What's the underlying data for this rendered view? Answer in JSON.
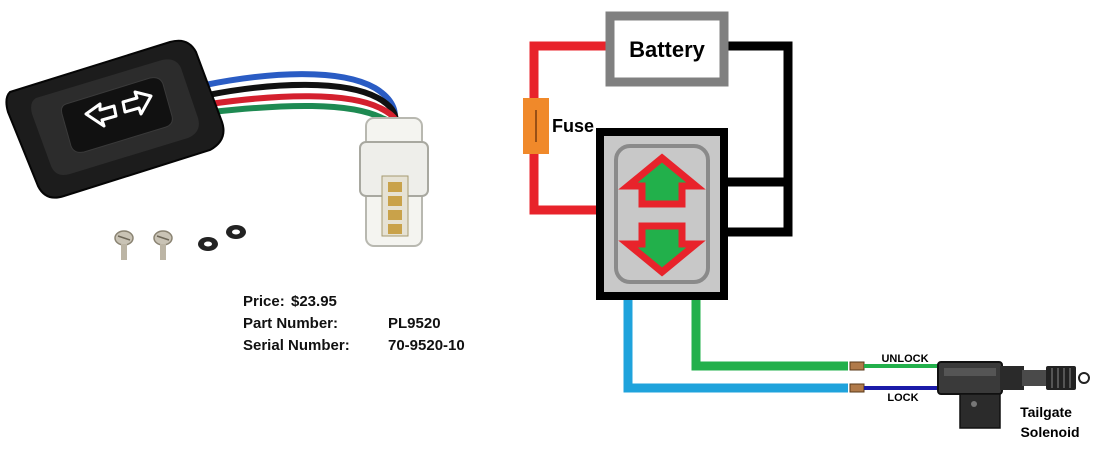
{
  "product": {
    "price_label": "Price:",
    "price_value": "$23.95",
    "part_label": "Part Number:",
    "part_value": "PL9520",
    "serial_label": "Serial Number:",
    "serial_value": "70-9520-10"
  },
  "diagram": {
    "battery_label": "Battery",
    "fuse_label": "Fuse",
    "unlock_label": "UNLOCK",
    "lock_label": "LOCK",
    "solenoid_label_line1": "Tailgate",
    "solenoid_label_line2": "Solenoid"
  },
  "colors": {
    "red_wire": "#e8232b",
    "black_wire": "#000000",
    "blue_wire": "#1fa3dc",
    "green_wire": "#22b04b",
    "dark_blue_wire": "#1a1aa8",
    "fuse": "#f0892a",
    "battery_border": "#808080",
    "switch_body": "#c8c8c8",
    "arrow_red": "#e8232b",
    "arrow_green": "#22b04b"
  },
  "icons": {
    "switch_rocker": "rocker-switch-icon",
    "left_arrow": "left-arrow-icon",
    "right_arrow": "right-arrow-icon",
    "up_arrow": "up-arrow-icon",
    "down_arrow": "down-arrow-icon"
  }
}
